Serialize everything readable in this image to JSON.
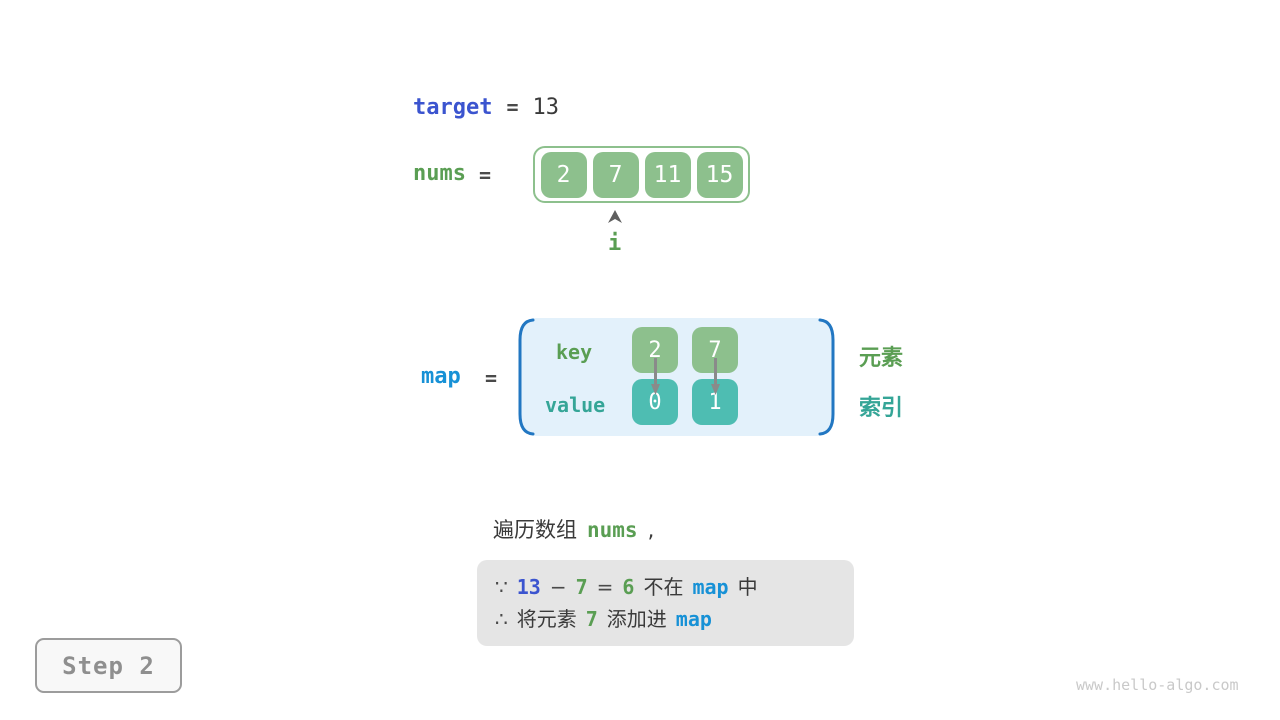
{
  "colors": {
    "indigo": "#3b54cf",
    "green_text": "#5a9e53",
    "azure": "#1791d6",
    "teal_text": "#35a597",
    "dark_text": "#3a3a3a",
    "green_fill": "#8dc08d",
    "teal_fill": "#4ebdb2",
    "map_background": "#e3f1fb",
    "bracket_blue": "#2277c2",
    "note_background": "#e5e5e5"
  },
  "target_row": {
    "label": "target",
    "equals": "=",
    "value": "13"
  },
  "nums_row": {
    "label": "nums",
    "equals": "=",
    "cells": [
      "2",
      "7",
      "11",
      "15"
    ],
    "pointer": {
      "icon": "up-arrowhead",
      "label": "i"
    }
  },
  "map_row": {
    "label": "map",
    "equals": "=",
    "key_label": "key",
    "value_label": "value",
    "keys": [
      "2",
      "7"
    ],
    "values": [
      "0",
      "1"
    ],
    "element_label": "元素",
    "index_label": "索引"
  },
  "caption": {
    "prefix": "遍历数组",
    "code": "nums",
    "comma": ","
  },
  "note": {
    "because": "∵",
    "therefore": "∴",
    "line1": {
      "minuend": "13",
      "minus": "−",
      "subtrahend": "7",
      "equals": "=",
      "difference": "6",
      "not_in": "不在",
      "map_ref": "map",
      "suffix": "中"
    },
    "line2": {
      "prefix": "将元素",
      "element": "7",
      "middle": "添加进",
      "map_ref": "map"
    }
  },
  "step_badge": {
    "label": "Step 2"
  },
  "watermark": "www.hello-algo.com"
}
